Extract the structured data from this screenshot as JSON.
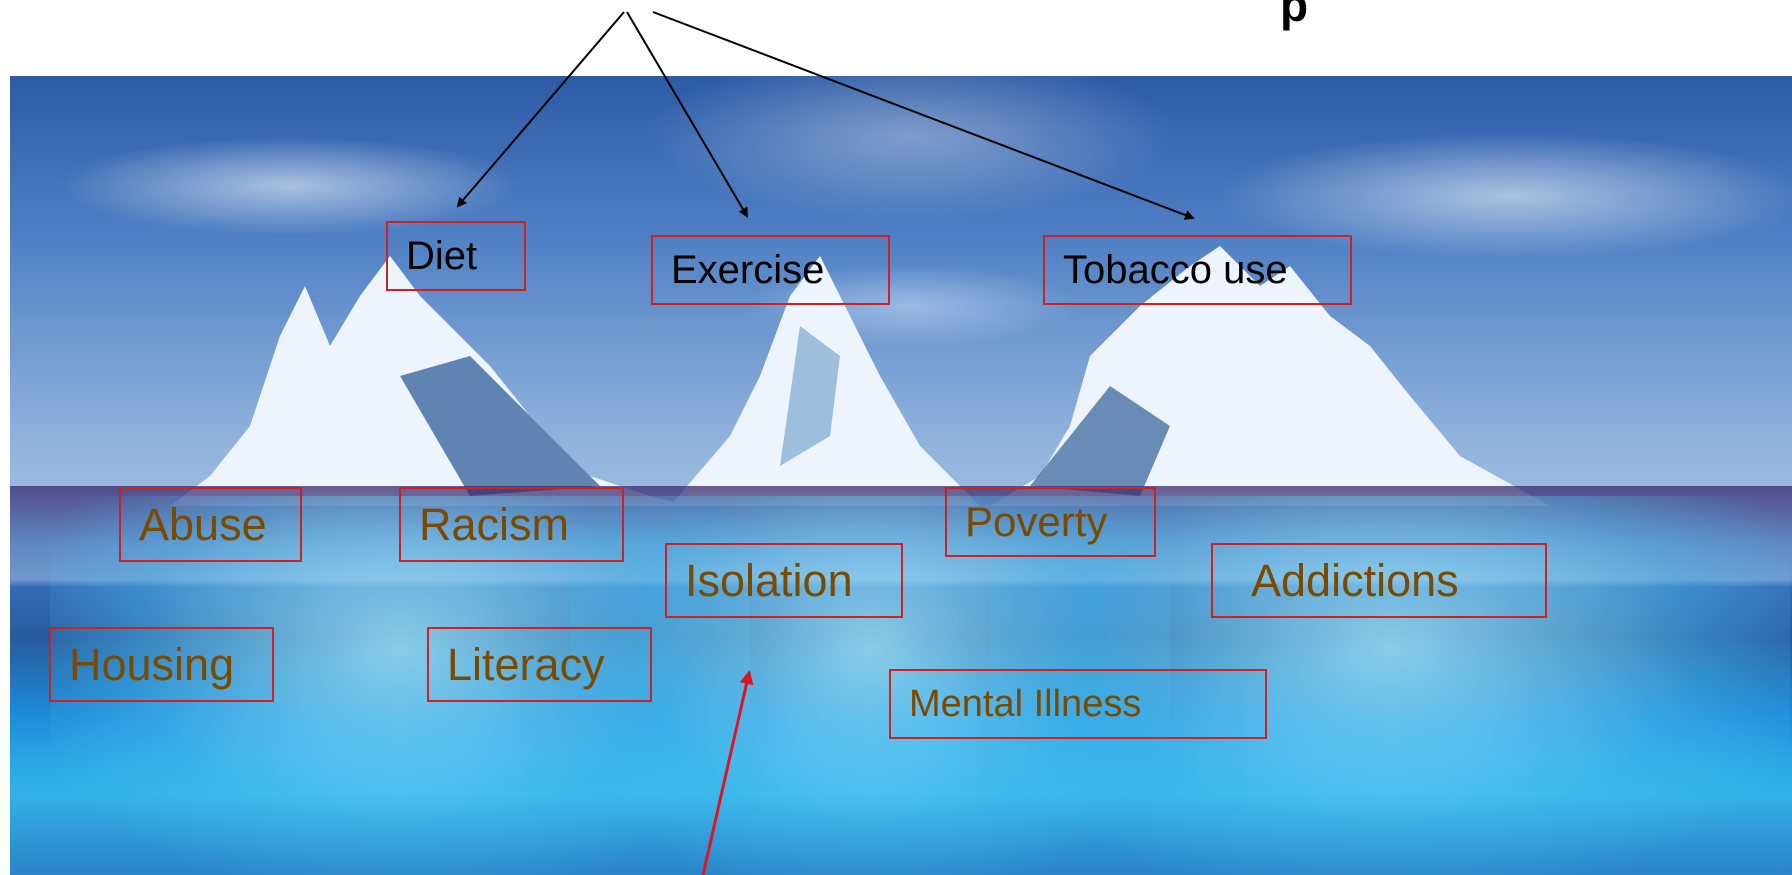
{
  "header": {
    "text": "p"
  },
  "above_water": [
    {
      "name": "diet",
      "label": "Diet"
    },
    {
      "name": "exercise",
      "label": "Exercise"
    },
    {
      "name": "tobacco",
      "label": "Tobacco use"
    }
  ],
  "below_water": [
    {
      "name": "abuse",
      "label": "Abuse"
    },
    {
      "name": "racism",
      "label": "Racism"
    },
    {
      "name": "isolation",
      "label": "Isolation"
    },
    {
      "name": "poverty",
      "label": "Poverty"
    },
    {
      "name": "addictions",
      "label": "Addictions"
    },
    {
      "name": "housing",
      "label": "Housing"
    },
    {
      "name": "literacy",
      "label": "Literacy"
    },
    {
      "name": "mental-illness",
      "label": "Mental Illness"
    }
  ],
  "colors": {
    "box_border": "#d02020",
    "above_text": "#000000",
    "below_text": "#7a4a00",
    "top_arrow": "#000000",
    "bottom_arrow": "#e0141e"
  }
}
